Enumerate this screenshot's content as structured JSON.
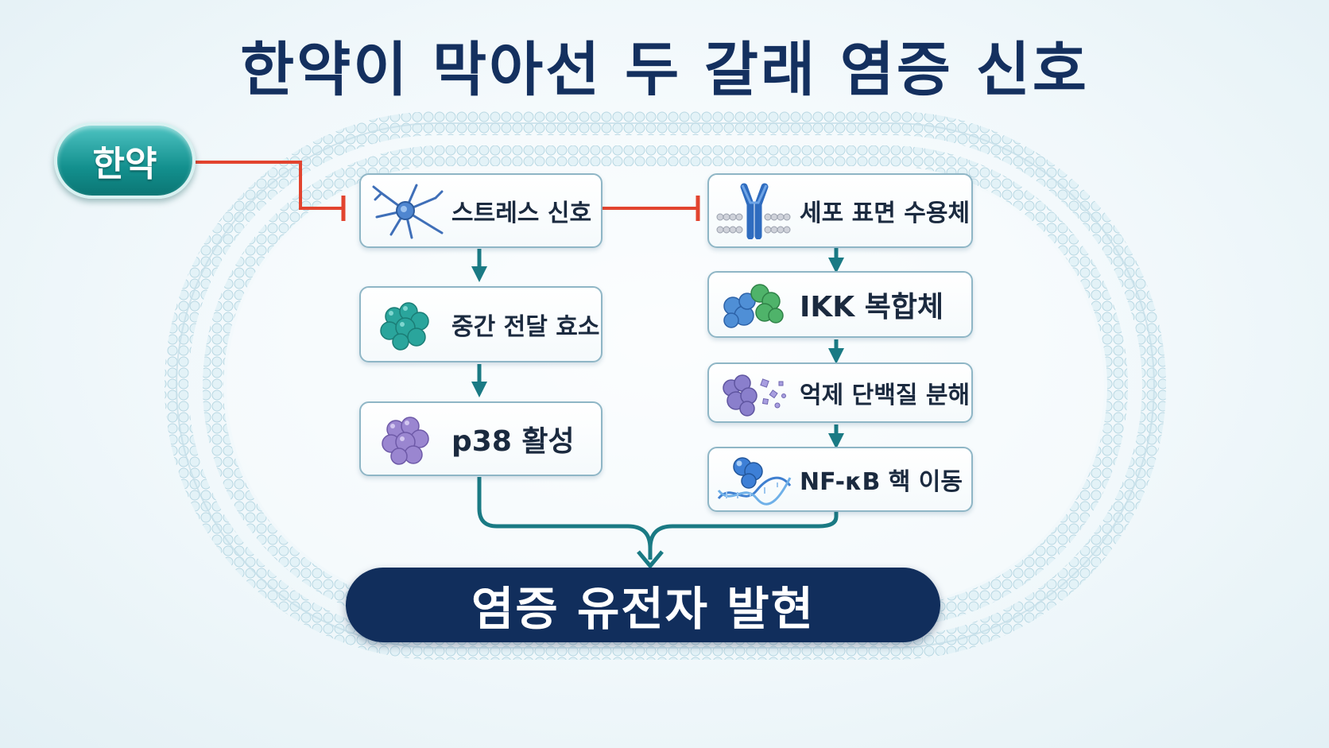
{
  "title": "한약이 막아선 두 갈래 염증 신호",
  "herb": {
    "label": "한약"
  },
  "left_path": [
    {
      "label": "스트레스 신호",
      "icon": "neuron-icon"
    },
    {
      "label": "중간 전달 효소",
      "icon": "teal-protein-cluster-icon"
    },
    {
      "label": "p38 활성",
      "icon": "purple-protein-cluster-icon"
    }
  ],
  "right_path": [
    {
      "label": "세포 표면 수용체",
      "icon": "membrane-receptor-icon"
    },
    {
      "label": "IKK 복합체",
      "icon": "blue-green-complex-icon"
    },
    {
      "label": "억제 단백질 분해",
      "icon": "degrading-protein-icon"
    },
    {
      "label": "NF-κB 핵 이동",
      "icon": "dna-protein-icon"
    }
  ],
  "result": {
    "label": "염증 유전자 발현"
  },
  "colors": {
    "title": "#14305f",
    "inhibition_line": "#e2442f",
    "flow_arrow": "#1a7a84",
    "herb_pill": "#13908e",
    "result_bar": "#112e5c",
    "membrane": "#cfe6ee"
  }
}
